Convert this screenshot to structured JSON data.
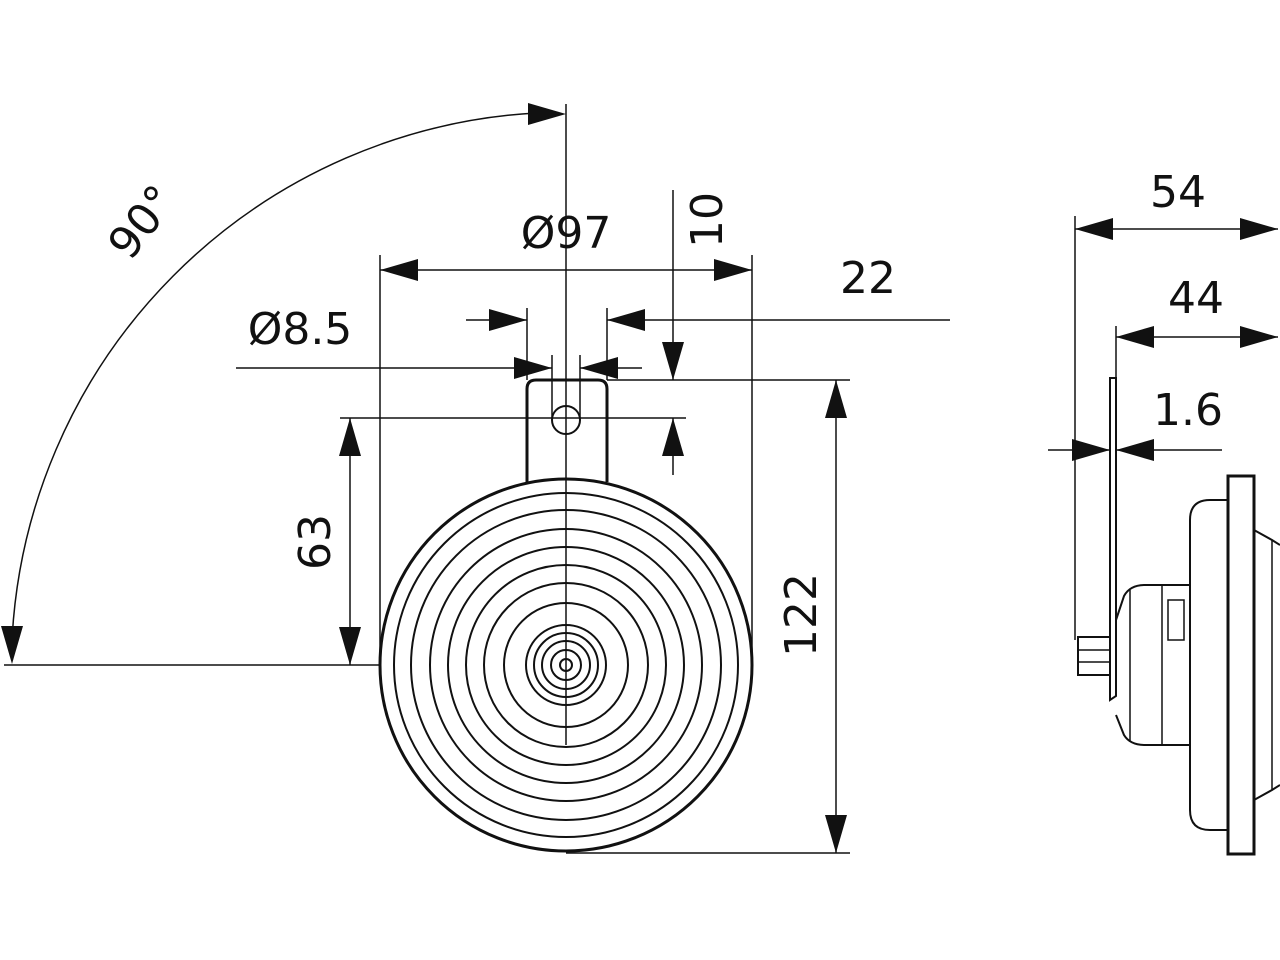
{
  "dimensions": {
    "angle": "90°",
    "outer_diameter": "Ø97",
    "hole_diameter": "Ø8.5",
    "bracket_offset": "10",
    "bracket_width": "22",
    "center_height": "63",
    "total_height": "122",
    "total_depth": "54",
    "body_depth": "44",
    "bracket_thickness": "1.6"
  },
  "colors": {
    "line": "#111111",
    "background": "#ffffff"
  }
}
